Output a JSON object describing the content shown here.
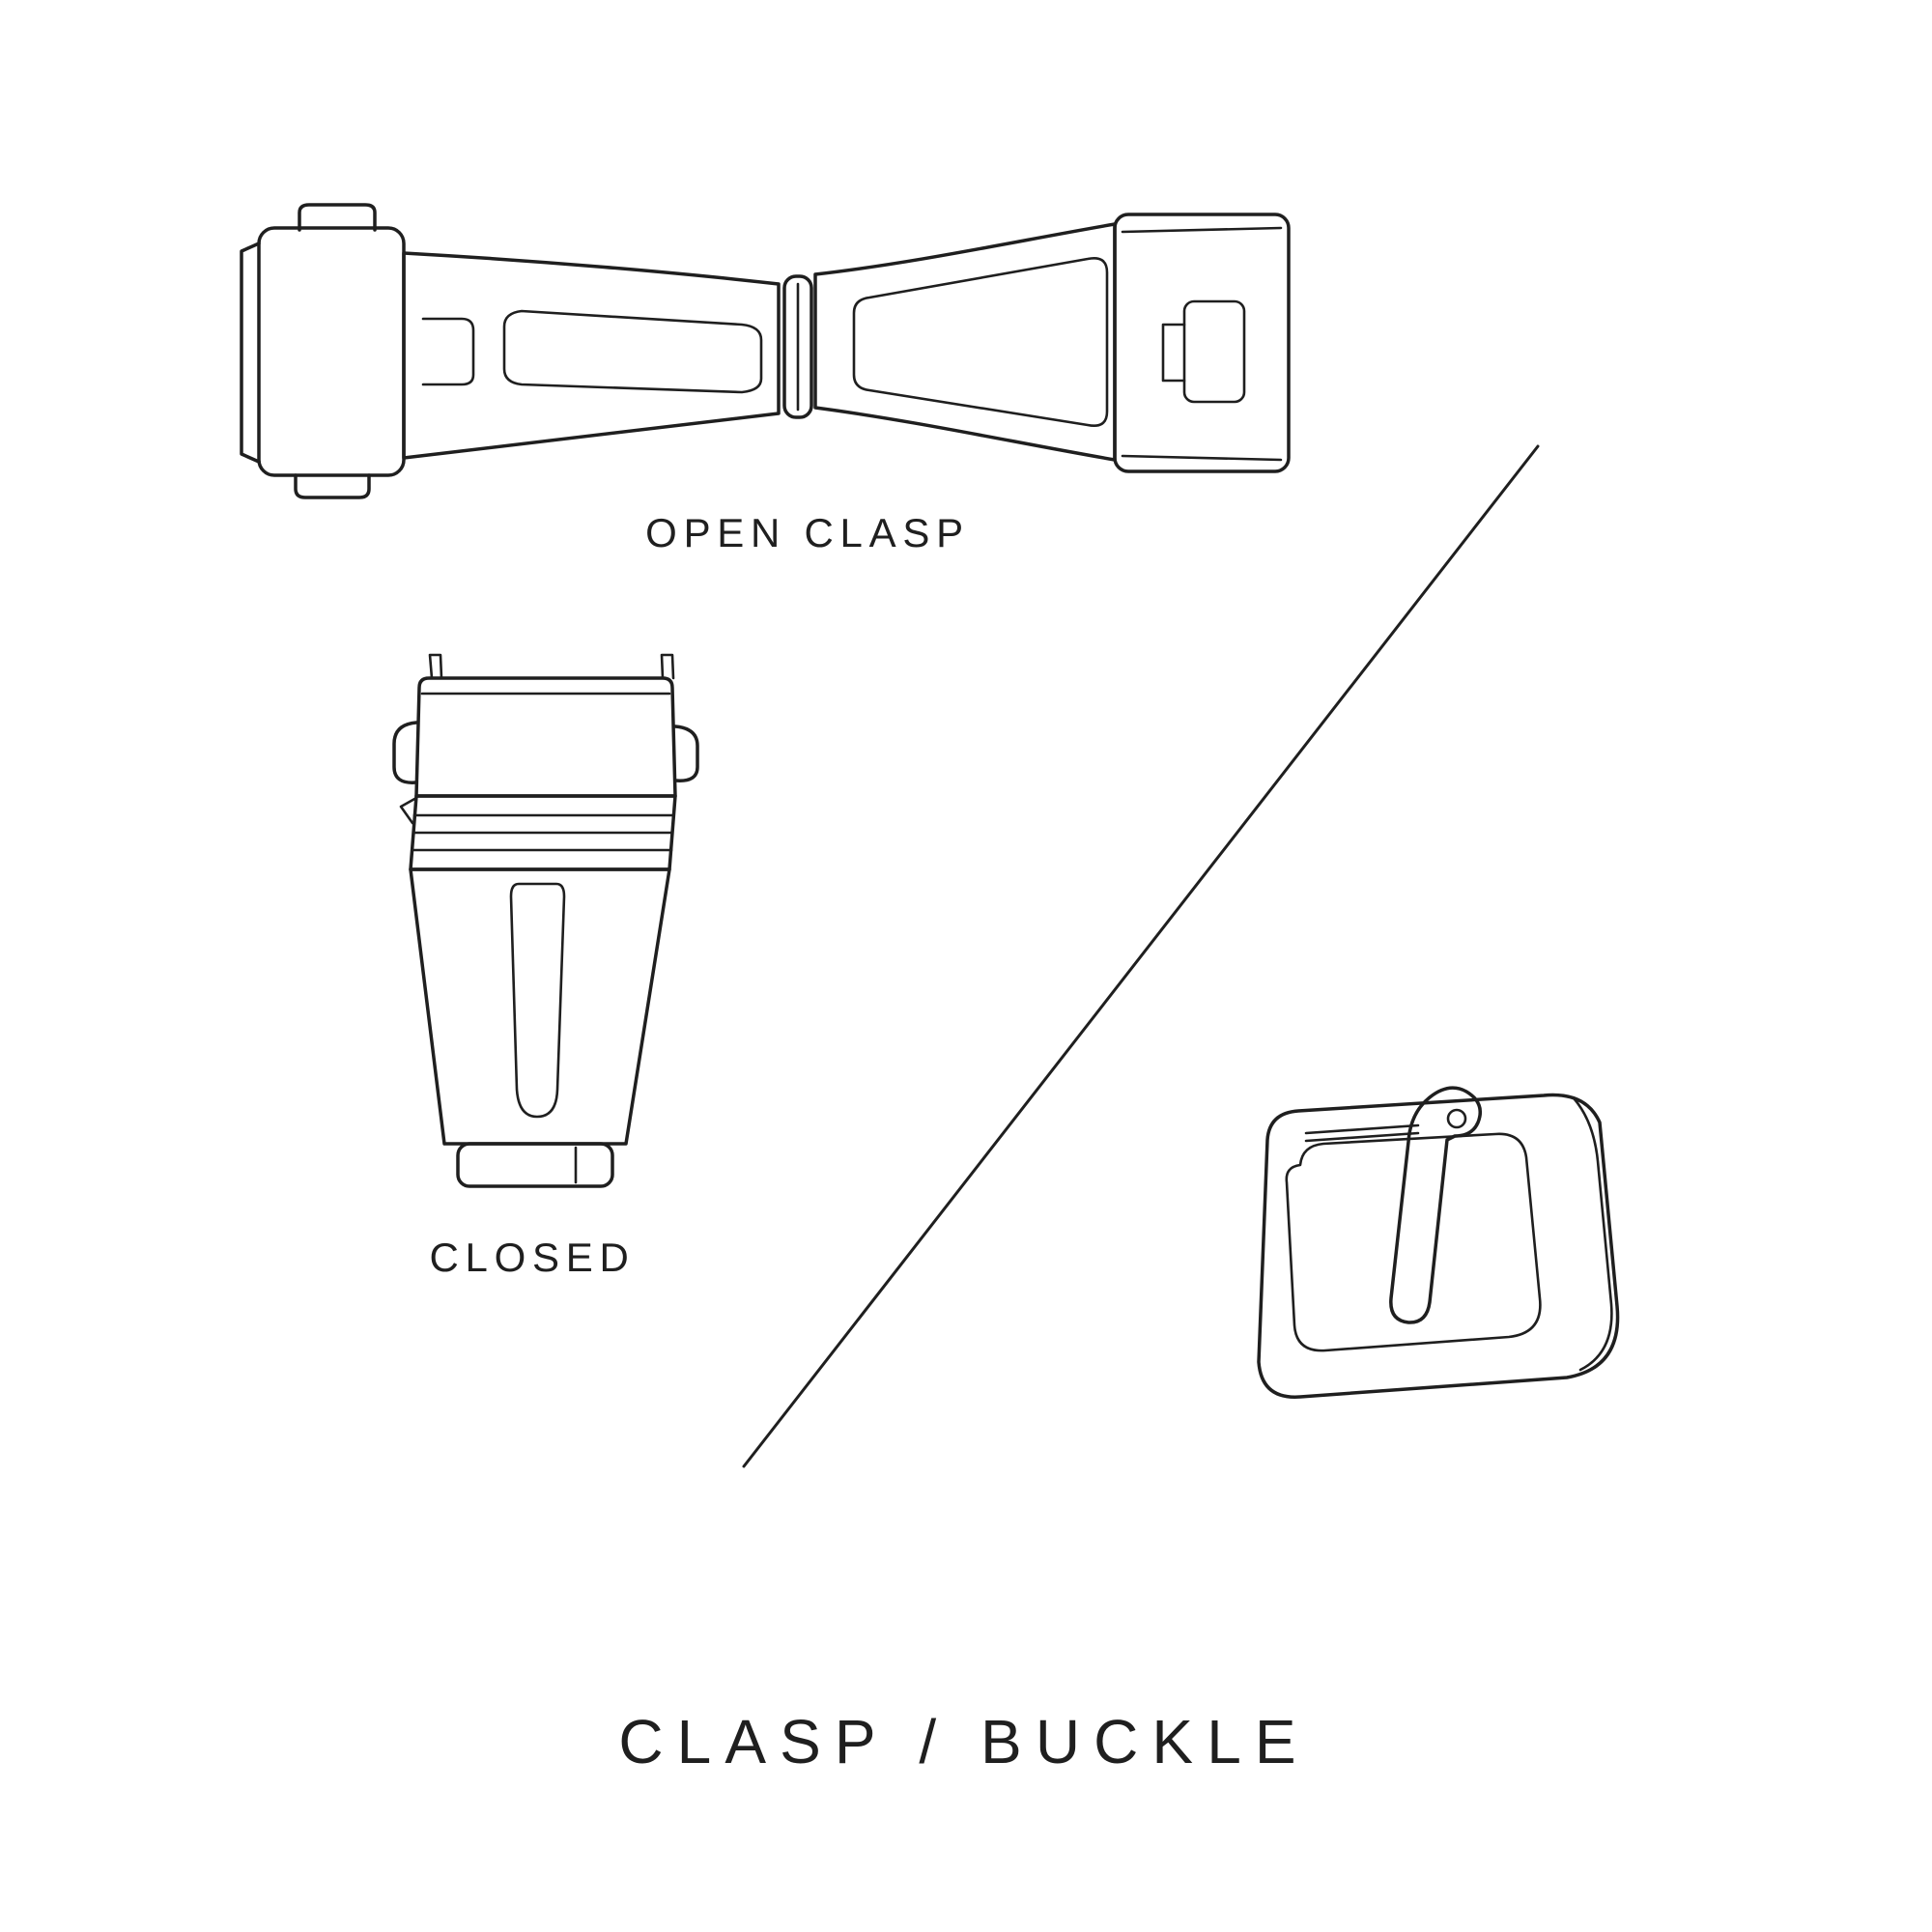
{
  "colors": {
    "background": "#ffffff",
    "ink": "#1f1f1f"
  },
  "labels": {
    "open_clasp": "OPEN CLASP",
    "closed": "CLOSED",
    "title": "CLASP / BUCKLE"
  },
  "figures": {
    "open_clasp": "open-clasp-line-drawing",
    "closed_clasp": "closed-clasp-line-drawing",
    "buckle": "tang-buckle-line-drawing",
    "divider": "diagonal-divider-line"
  }
}
